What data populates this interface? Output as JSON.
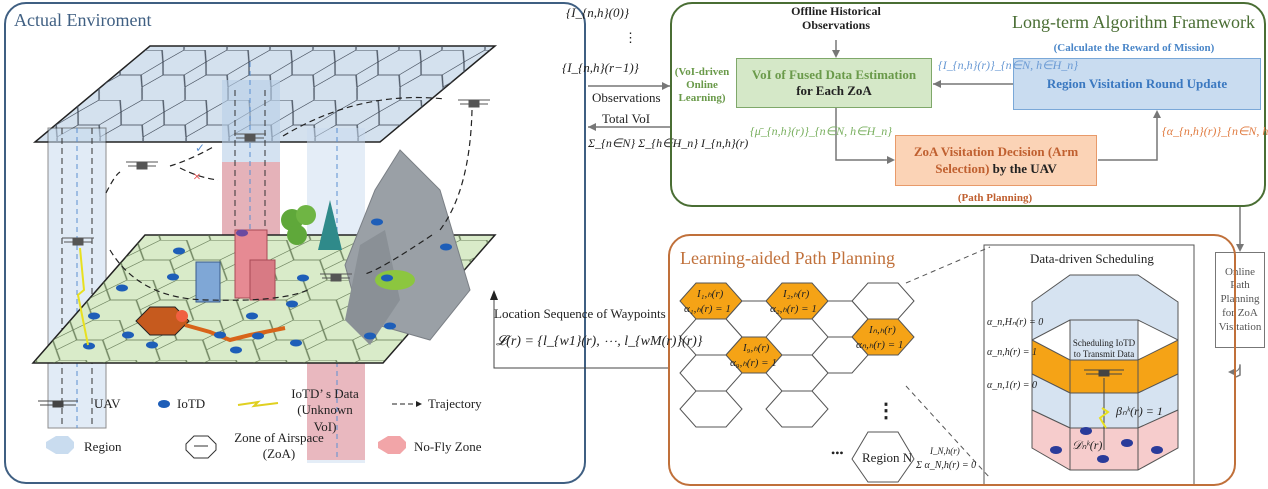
{
  "panels": {
    "environment": {
      "title": "Actual Enviroment"
    },
    "framework": {
      "title": "Long-term Algorithm Framework"
    },
    "path_planning": {
      "title": "Learning-aided Path Planning"
    },
    "scheduling": {
      "title": "Data-driven Scheduling"
    }
  },
  "colors": {
    "env_border": "#3f5f82",
    "framework_border": "#4a6e34",
    "path_border": "#c0703a",
    "green_box": "#d5e8c8",
    "blue_box": "#c9dcf0",
    "orange_box": "#fbd3b6",
    "hex_orange": "#f5a316",
    "region_blue": "#cfdff0",
    "nofly_red": "#f2b5b5",
    "ground_green": "#d9ebc9"
  },
  "framework": {
    "offline_label_line1": "Offline Historical",
    "offline_label_line2": "Observations",
    "voi_box_line1": "VoI of Fused Data Estimation",
    "voi_box_line2": "for Each ZoA",
    "region_box": "Region Visitation Round Update",
    "reward_note": "(Calculate the Reward of Mission)",
    "decision_box_line1": "ZoA Visitation Decision (Arm",
    "decision_box_line2a": "Selection)",
    "decision_box_line2b": " by the UAV",
    "path_note": "(Path Planning)",
    "online_learning_line1": "(VoI-driven",
    "online_learning_line2": "Online",
    "online_learning_line3": "Learning)",
    "edge_I": "{I_{n,h}(r)}_{n∈N, h∈H_n}",
    "edge_mu": "{μ̄_{n,h}(r)}_{n∈N, h∈H_n}",
    "edge_alpha": "{α_{n,h}(r)}_{n∈N, h∈H_n}"
  },
  "interface": {
    "obs_0": "{I_{n,h}(0)}",
    "obs_dots": "⋮",
    "obs_r1": "{I_{n,h}(r−1)}",
    "observations": "Observations",
    "total_voi": "Total VoI",
    "total_formula": "Σ_{n∈N} Σ_{h∈H_n} I_{n,h}(r)",
    "waypoints_label": "Location Sequence of Waypoints",
    "waypoints_formula": "𝓛(r) = {l_{w1}(r), ⋯, l_{wM(r)}(r)}",
    "online_box_lines": [
      "Online",
      "Path",
      "Planning",
      "for ZoA",
      "Visitation"
    ]
  },
  "hex_grid": {
    "cells": [
      {
        "I": "I₁,ₕ(r)",
        "alpha": "α₁,ₕ(r) = 1",
        "selected": true
      },
      {
        "I": "I₂,ₕ(r)",
        "alpha": "α₂,ₕ(r) = 1",
        "selected": true
      },
      {
        "I": "Iₙ,ₕ(r)",
        "alpha": "αₙ,ₕ(r) = 1",
        "selected": true
      },
      {
        "I": "I₉,ₕ(r)",
        "alpha": "α₉,ₕ(r) = 1",
        "selected": true
      }
    ],
    "region_label": "Region N",
    "region_I": "I_N,h(r)",
    "region_sum": "Σ α_N,h(r) = 0",
    "vdots": "⋮",
    "hdots": "•••"
  },
  "scheduling": {
    "alpha_top": "α_n,Hₙ(r) = 0",
    "alpha_mid": "α_n,h(r) = 1",
    "alpha_low": "α_n,1(r) = 0",
    "sched_line1": "Scheduling IoTD",
    "sched_line2": "to Transmit Data",
    "beta": "βₙᵏ(r) = 1",
    "D": "𝒟ₙᵏ(r)"
  },
  "legend": {
    "uav": "UAV",
    "iotd": "IoTD",
    "data_line1": "IoTD’ s Data",
    "data_line2": "(Unknown VoI)",
    "trajectory": "Trajectory",
    "region": "Region",
    "zoa_line1": "Zone of Airspace",
    "zoa_line2": "(ZoA)",
    "nofly": "No-Fly Zone"
  },
  "env_marks": {
    "check": "✓",
    "cross": "×"
  }
}
